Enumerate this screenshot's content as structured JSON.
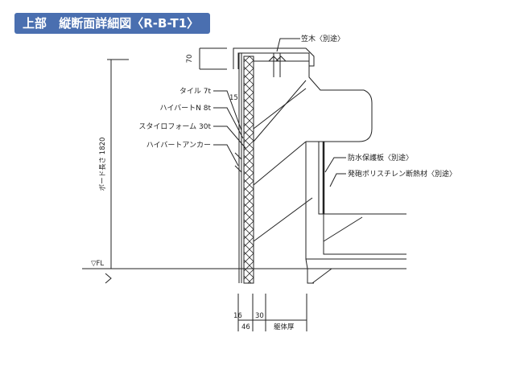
{
  "title": {
    "section": "上部",
    "name": "縦断面詳細図〈R-B-T1〉"
  },
  "labels": {
    "coping": "笠木〈別途〉",
    "tile": "タイル 7t",
    "hybert_n": "ハイバートN 8t",
    "styrofoam": "スタイロフォーム 30t",
    "anchor": "ハイバートアンカー",
    "waterproof_board": "防水保護板〈別途〉",
    "insulation": "発砲ポリスチレン断熱材〈別途〉"
  },
  "dimensions": {
    "top_height": "70",
    "offset": "15",
    "board_length": "ボード長さ 1820",
    "fl": "▽FL",
    "bottom_16": "16",
    "bottom_30": "30",
    "bottom_46": "46",
    "body_thickness": "躯体厚"
  },
  "colors": {
    "badge": "#4a6fb0",
    "line": "#222222"
  }
}
